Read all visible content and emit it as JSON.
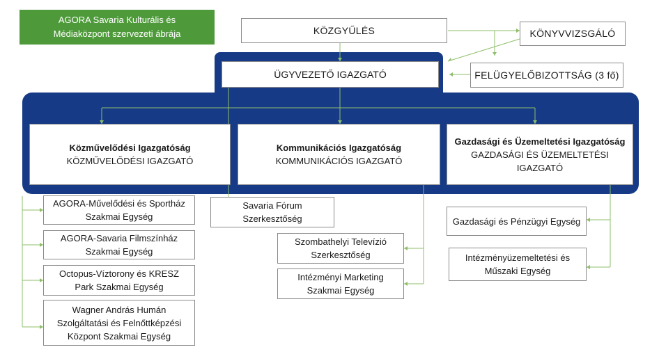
{
  "title": {
    "line1": "AGORA Savaria Kulturális és",
    "line2": "Médiaközpont szervezeti ábrája"
  },
  "top": {
    "kozgyules": "KÖZGYŰLÉS",
    "konyvvizsgalo": "KÖNYVVIZSGÁLÓ",
    "ugyvezeto": "ÜGYVEZETŐ IGAZGATÓ",
    "felugyelo": "FELÜGYELŐBIZOTTSÁG (3 fő)"
  },
  "directorates": [
    {
      "title": "Közművelődési Igazgatóság",
      "subtitle": "KÖZMŰVELŐDÉSI IGAZGATÓ"
    },
    {
      "title": "Kommunikációs Igazgatóság",
      "subtitle": "KOMMUNIKÁCIÓS IGAZGATÓ"
    },
    {
      "title": "Gazdasági és Üzemeltetési Igazgatóság",
      "subtitle": "GAZDASÁGI ÉS ÜZEMELTETÉSI IGAZGATÓ"
    }
  ],
  "units_left": [
    {
      "l1": "AGORA-Művelődési és Sportház",
      "l2": "Szakmai Egység",
      "l3": ""
    },
    {
      "l1": "AGORA-Savaria Filmszínház",
      "l2": "Szakmai Egység",
      "l3": ""
    },
    {
      "l1": "Octopus-Víztorony és KRESZ",
      "l2": "Park Szakmai Egység",
      "l3": ""
    },
    {
      "l1": "Wagner András Humán",
      "l2": "Szolgáltatási és Felnőttképzési",
      "l3": "Központ Szakmai Egység"
    }
  ],
  "units_middle": [
    {
      "l1": "Savaria Fórum",
      "l2": "Szerkesztőség"
    },
    {
      "l1": "Szombathelyi Televízió",
      "l2": "Szerkesztőség"
    },
    {
      "l1": "Intézményi Marketing",
      "l2": "Szakmai Egység"
    }
  ],
  "units_right": [
    {
      "l1": "Gazdasági és Pénzügyi Egység",
      "l2": ""
    },
    {
      "l1": "Intézményüzemeltetési és",
      "l2": "Műszaki Egység"
    }
  ],
  "colors": {
    "title_bg": "#4e9a3a",
    "band": "#163a85",
    "connector": "#8fbf6a"
  }
}
